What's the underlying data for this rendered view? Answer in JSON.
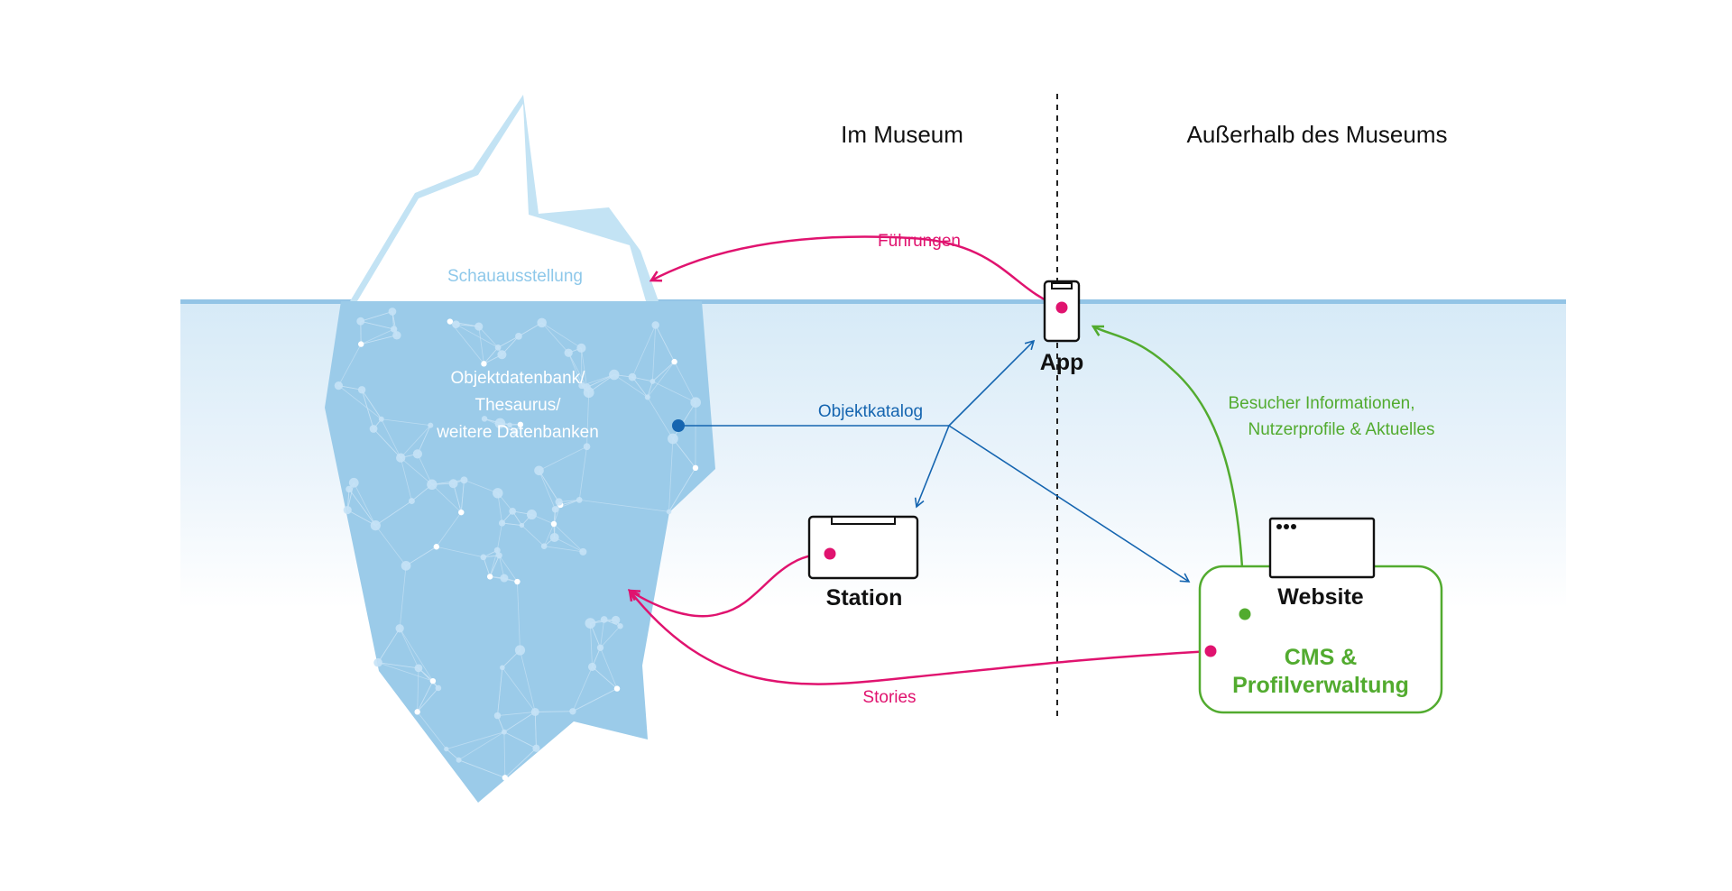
{
  "headings": {
    "inside": "Im Museum",
    "outside": "Außerhalb des Museums"
  },
  "iceberg": {
    "above_label": "Schauausstellung",
    "below_label_lines": [
      "Objektdatenbank/",
      "Thesaurus/",
      "weitere Datenbanken"
    ]
  },
  "devices": {
    "app": "App",
    "station": "Station",
    "website": "Website"
  },
  "cms": {
    "lines": [
      "CMS &",
      "Profilverwaltung"
    ]
  },
  "flows": {
    "fuehrungen": "Führungen",
    "objektkatalog": "Objektkatalog",
    "besucher_lines": [
      "Besucher Informationen,",
      "Nutzerprofile & Aktuelles"
    ],
    "stories": "Stories"
  },
  "colors": {
    "magenta": "#e0136f",
    "blue": "#1565b0",
    "green": "#52ab2f",
    "ice_light": "#c3e3f4",
    "ice_under": "#9bcbe9",
    "water_line": "#93c4e6",
    "water_top": "#d8ebf7",
    "dark": "#111111",
    "label_light": "#8ec8ea"
  },
  "icons": [
    "smartphone-icon",
    "kiosk-station-icon",
    "browser-window-icon"
  ]
}
